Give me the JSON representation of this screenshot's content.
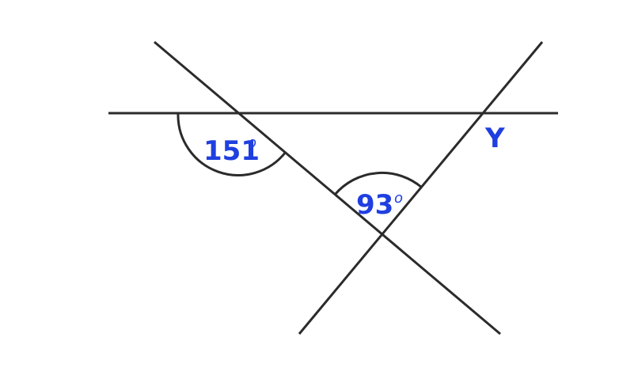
{
  "diagram": {
    "angle_a": {
      "value": "151",
      "unit": "o"
    },
    "angle_b": {
      "value": "93",
      "unit": "o"
    },
    "unknown_label": "Y"
  }
}
